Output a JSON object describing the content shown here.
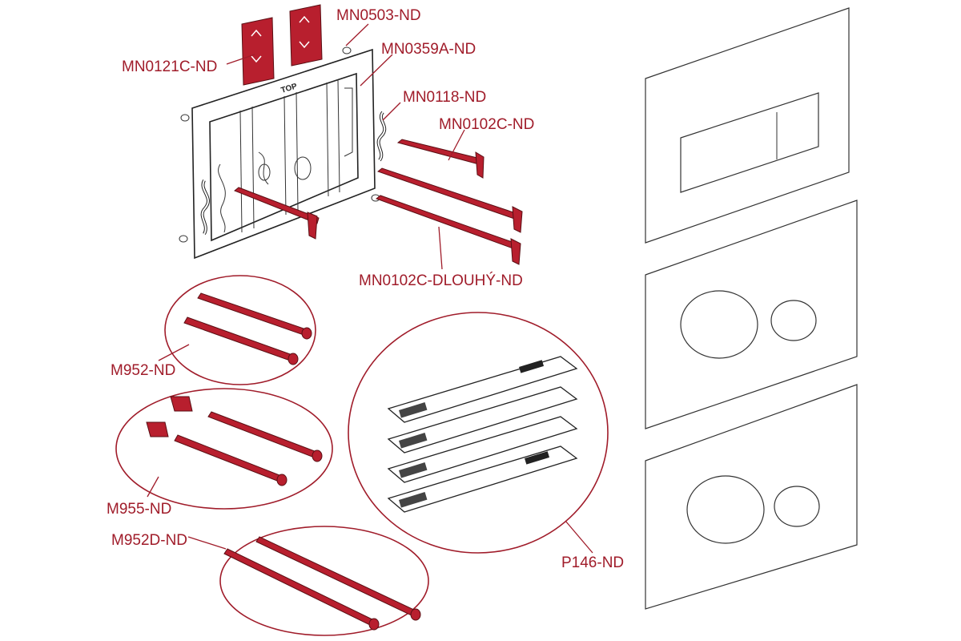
{
  "labels": {
    "mn0121c": "MN0121C-ND",
    "mn0503": "MN0503-ND",
    "mn0359a": "MN0359A-ND",
    "mn0118": "MN0118-ND",
    "mn0102c": "MN0102C-ND",
    "mn0102c_long": "MN0102C-DLOUHÝ-ND",
    "m952": "M952-ND",
    "m955": "M955-ND",
    "m952d": "M952D-ND",
    "p146": "P146-ND"
  },
  "frame_marking": "TOP",
  "colors": {
    "accent_red": "#b81f2e",
    "label_red": "#a01c2a",
    "outline": "#222222"
  }
}
